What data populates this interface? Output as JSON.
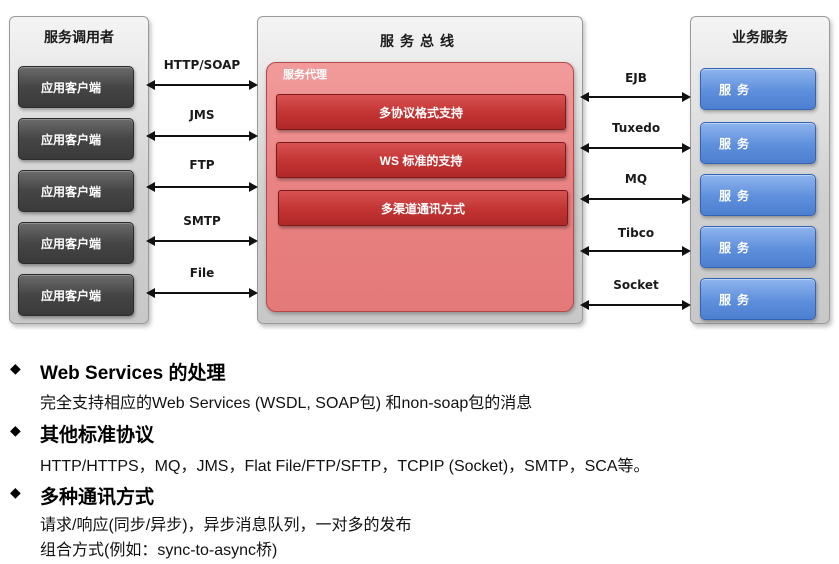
{
  "diagram": {
    "consumers": {
      "title": "服务调用者",
      "clients": [
        "应用客户端",
        "应用客户端",
        "应用客户端",
        "应用客户端",
        "应用客户端"
      ]
    },
    "bus": {
      "title": "服务总线",
      "proxy_label": "服务代理",
      "features": [
        "多协议格式支持",
        "WS 标准的支持",
        "多渠道通讯方式"
      ]
    },
    "business": {
      "title": "业务服务",
      "services": [
        "服务",
        "服务",
        "服务",
        "服务",
        "服务"
      ]
    },
    "left_protocols": [
      "HTTP/SOAP",
      "JMS",
      "FTP",
      "SMTP",
      "File"
    ],
    "right_protocols": [
      "EJB",
      "Tuxedo",
      "MQ",
      "Tibco",
      "Socket"
    ]
  },
  "bullets": [
    {
      "marker": "◆",
      "heading": "Web Services 的处理",
      "lines": [
        "完全支持相应的Web Services (WSDL, SOAP包) 和non-soap包的消息"
      ]
    },
    {
      "marker": "◆",
      "heading": "其他标准协议",
      "lines": [
        "HTTP/HTTPS，MQ，JMS，Flat File/FTP/SFTP，TCPIP (Socket)，SMTP，SCA等。"
      ]
    },
    {
      "marker": "◆",
      "heading": "多种通讯方式",
      "lines": [
        "请求/响应(同步/异步)，异步消息队列，一对多的发布",
        "组合方式(例如：sync-to-async桥)"
      ]
    }
  ]
}
